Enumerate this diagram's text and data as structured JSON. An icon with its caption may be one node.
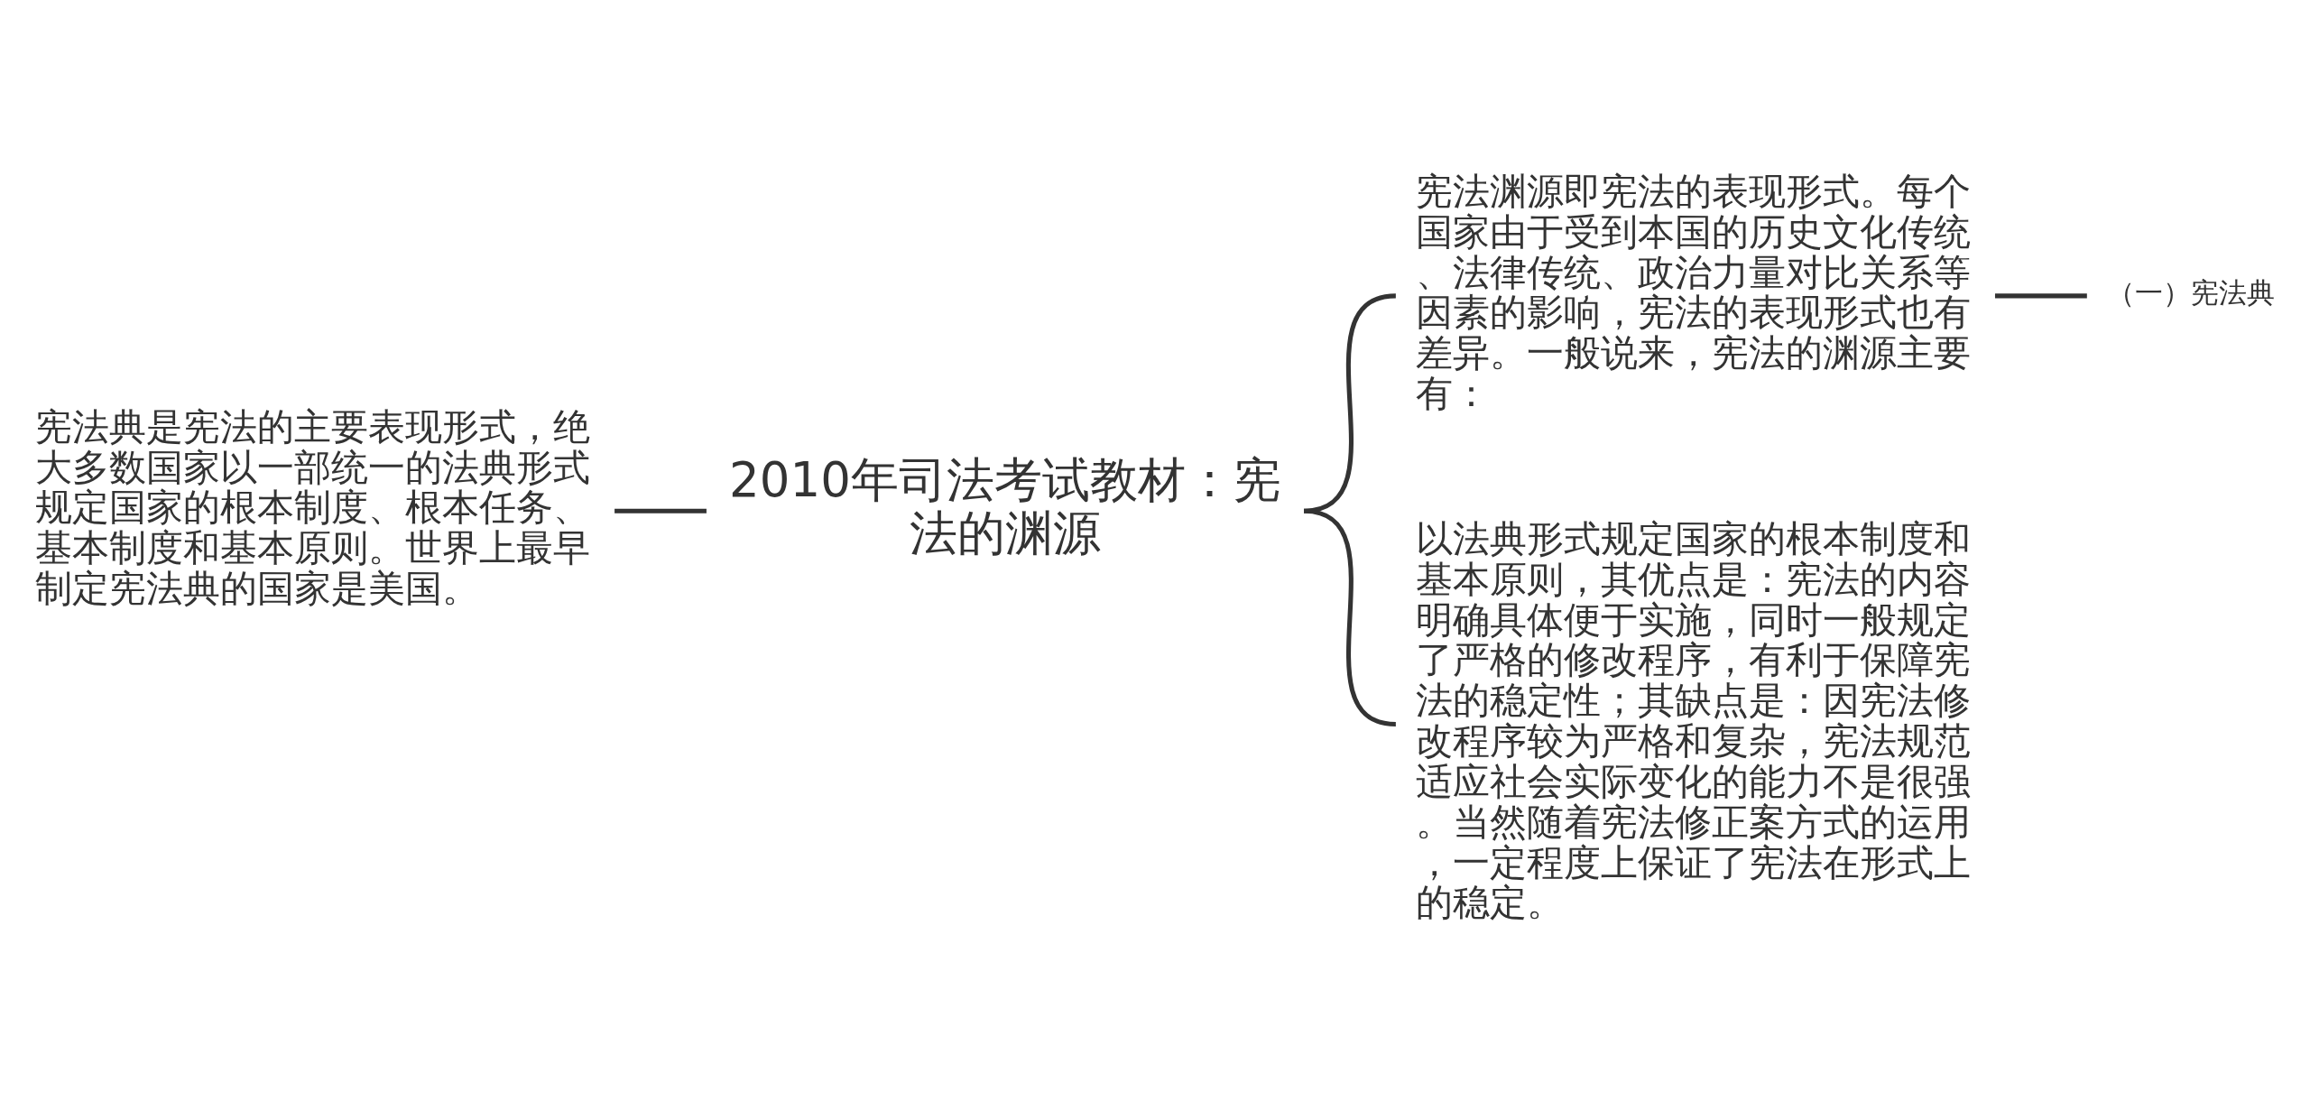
{
  "diagram": {
    "nodes": [
      {
        "text": [
          "宪法典是宪法的主要表现形式，绝大多数国家以一部统一的法典形式规定国家的根本制度、根本任务、基本制度和基本原则。世界上最早制定宪法典的国家是美国。"
        ]
      },
      {
        "text": [
          "2010年司法考试教材：宪法的渊源"
        ]
      },
      {
        "text": [
          "宪法渊源即宪法的表现形式。每个国家由于受到本国的历史文化传统、法律传统、政治力量对比关系等因素的影响，宪法的表现形式也有差异。一般说来，宪法的渊源主要有："
        ]
      },
      {
        "text": [
          "（一）宪法典"
        ]
      },
      {
        "text": [
          "以法典形式规定国家的根本制度和基本原则，其优点是：宪法的内容明确具体便于实施，同时一般规定了严格的修改程序，有利于保障宪法的稳定性；其缺点是：因宪法修改程序较为严格和复杂，宪法规范适应社会实际变化的能力不是很强。当然随着宪法修正案方式的运用，一定程度上保证了宪法在形式上的稳定。"
        ]
      }
    ],
    "edges": [
      {
        "from": 1,
        "to": 0,
        "arrow": "none"
      },
      {
        "from": 1,
        "to": 2,
        "arrow": "none"
      },
      {
        "from": 1,
        "to": 4,
        "arrow": "none"
      },
      {
        "from": 2,
        "to": 3,
        "arrow": "none"
      }
    ]
  }
}
